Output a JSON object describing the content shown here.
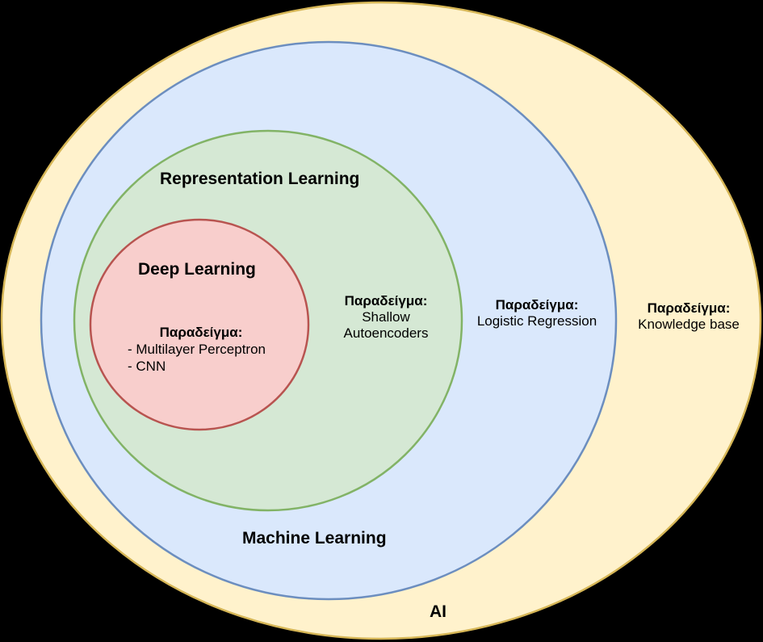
{
  "colors": {
    "ai_fill": "#fff2cc",
    "ai_stroke": "#d6b656",
    "ml_fill": "#dae8fc",
    "ml_stroke": "#6c8ebf",
    "rl_fill": "#d5e8d4",
    "rl_stroke": "#82b366",
    "dl_fill": "#f8cecc",
    "dl_stroke": "#b85450"
  },
  "ai": {
    "title": "AI",
    "example_label": "Παραδείγμα:",
    "example_text": "Knowledge base"
  },
  "ml": {
    "title": "Machine Learning",
    "example_label": "Παραδείγμα:",
    "example_text": "Logistic Regression"
  },
  "rl": {
    "title": "Representation Learning",
    "example_label": "Παραδείγμα:",
    "example_line1": "Shallow",
    "example_line2": "Autoencoders"
  },
  "dl": {
    "title": "Deep Learning",
    "example_label": "Παραδείγμα:",
    "example_items": [
      "- Multilayer Perceptron",
      "- CNN"
    ]
  }
}
